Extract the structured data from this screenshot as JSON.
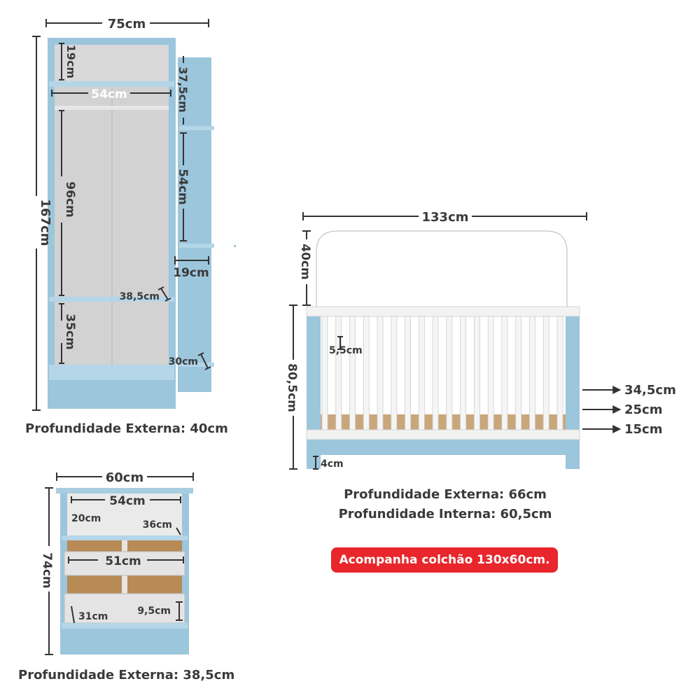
{
  "colors": {
    "furniture": "#9cc6dc",
    "furniture_dark": "#7fb0c9",
    "interior": "#d8d8d8",
    "white": "#f4f4f4",
    "wood": "#c9a77b",
    "cork": "#b88a55",
    "dim_line": "#333333",
    "badge": "#e8262b"
  },
  "wardrobe": {
    "width": "75cm",
    "height": "167cm",
    "top_niche": "19cm",
    "inner_width": "54cm",
    "hanging_height": "96cm",
    "shelf_depth": "38,5cm",
    "bottom_niche": "35cm",
    "side_top": "37,5cm",
    "side_mid": "54cm",
    "side_depth": "19cm",
    "side_bottom_depth": "30cm",
    "depth_note": "Profundidade Externa: 40cm"
  },
  "dresser": {
    "width": "60cm",
    "inner_width": "54cm",
    "height": "74cm",
    "top_niche": "20cm",
    "top_depth": "36cm",
    "drawer_width": "51cm",
    "drawer_depth": "31cm",
    "drawer_height": "9,5cm",
    "depth_note": "Profundidade Externa: 38,5cm"
  },
  "crib": {
    "width": "133cm",
    "headboard": "40cm",
    "height": "80,5cm",
    "slat_gap": "5,5cm",
    "level_high": "34,5cm",
    "level_mid": "25cm",
    "level_low": "15cm",
    "foot": "4cm",
    "depth_ext": "Profundidade Externa: 66cm",
    "depth_int": "Profundidade Interna: 60,5cm",
    "mattress_note": "Acompanha colchão 130x60cm."
  }
}
